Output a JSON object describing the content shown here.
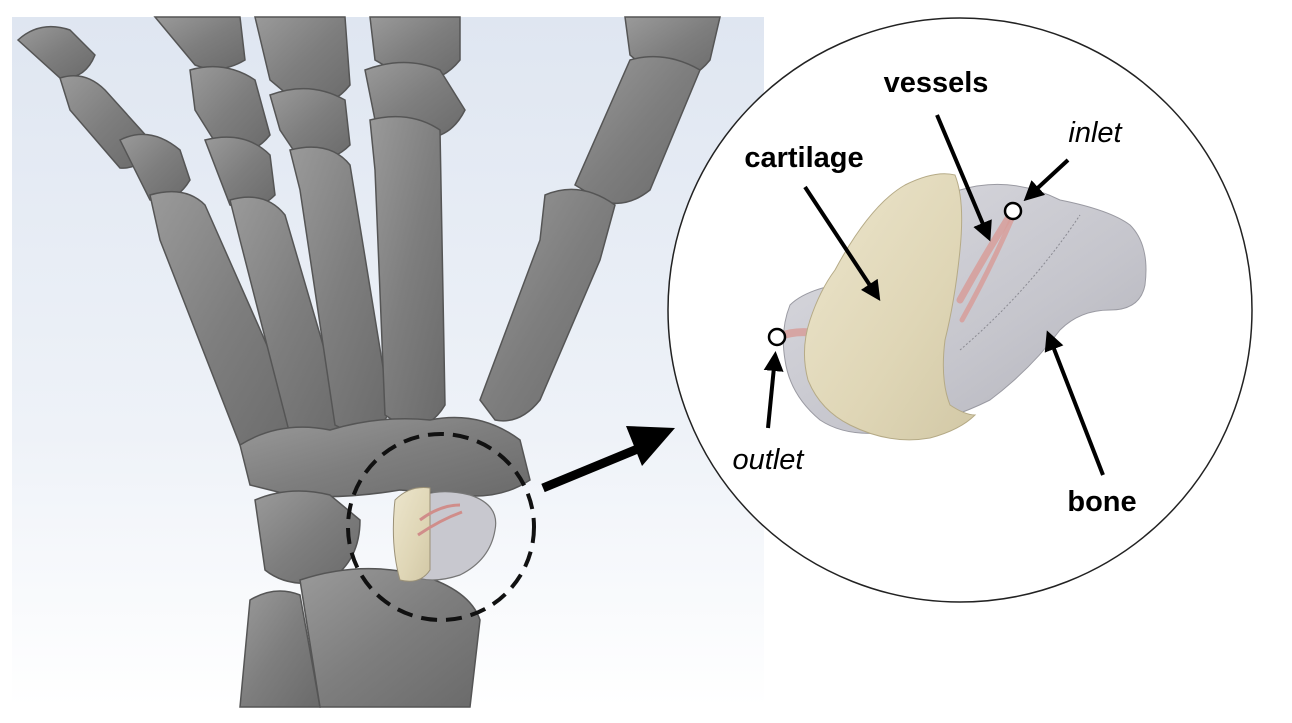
{
  "labels": {
    "vessels": "vessels",
    "cartilage": "cartilage",
    "inlet": "inlet",
    "outlet": "outlet",
    "bone": "bone"
  },
  "colors": {
    "bone": "#8a8a8a",
    "bone_dark": "#5f5f5f",
    "bone_zoom": "#c9c9cf",
    "cartilage": "#e3dbbf",
    "vessel": "#d9a3a0",
    "background_gradient_top": "#e3eaf4",
    "background_gradient_bottom": "#ffffff"
  }
}
